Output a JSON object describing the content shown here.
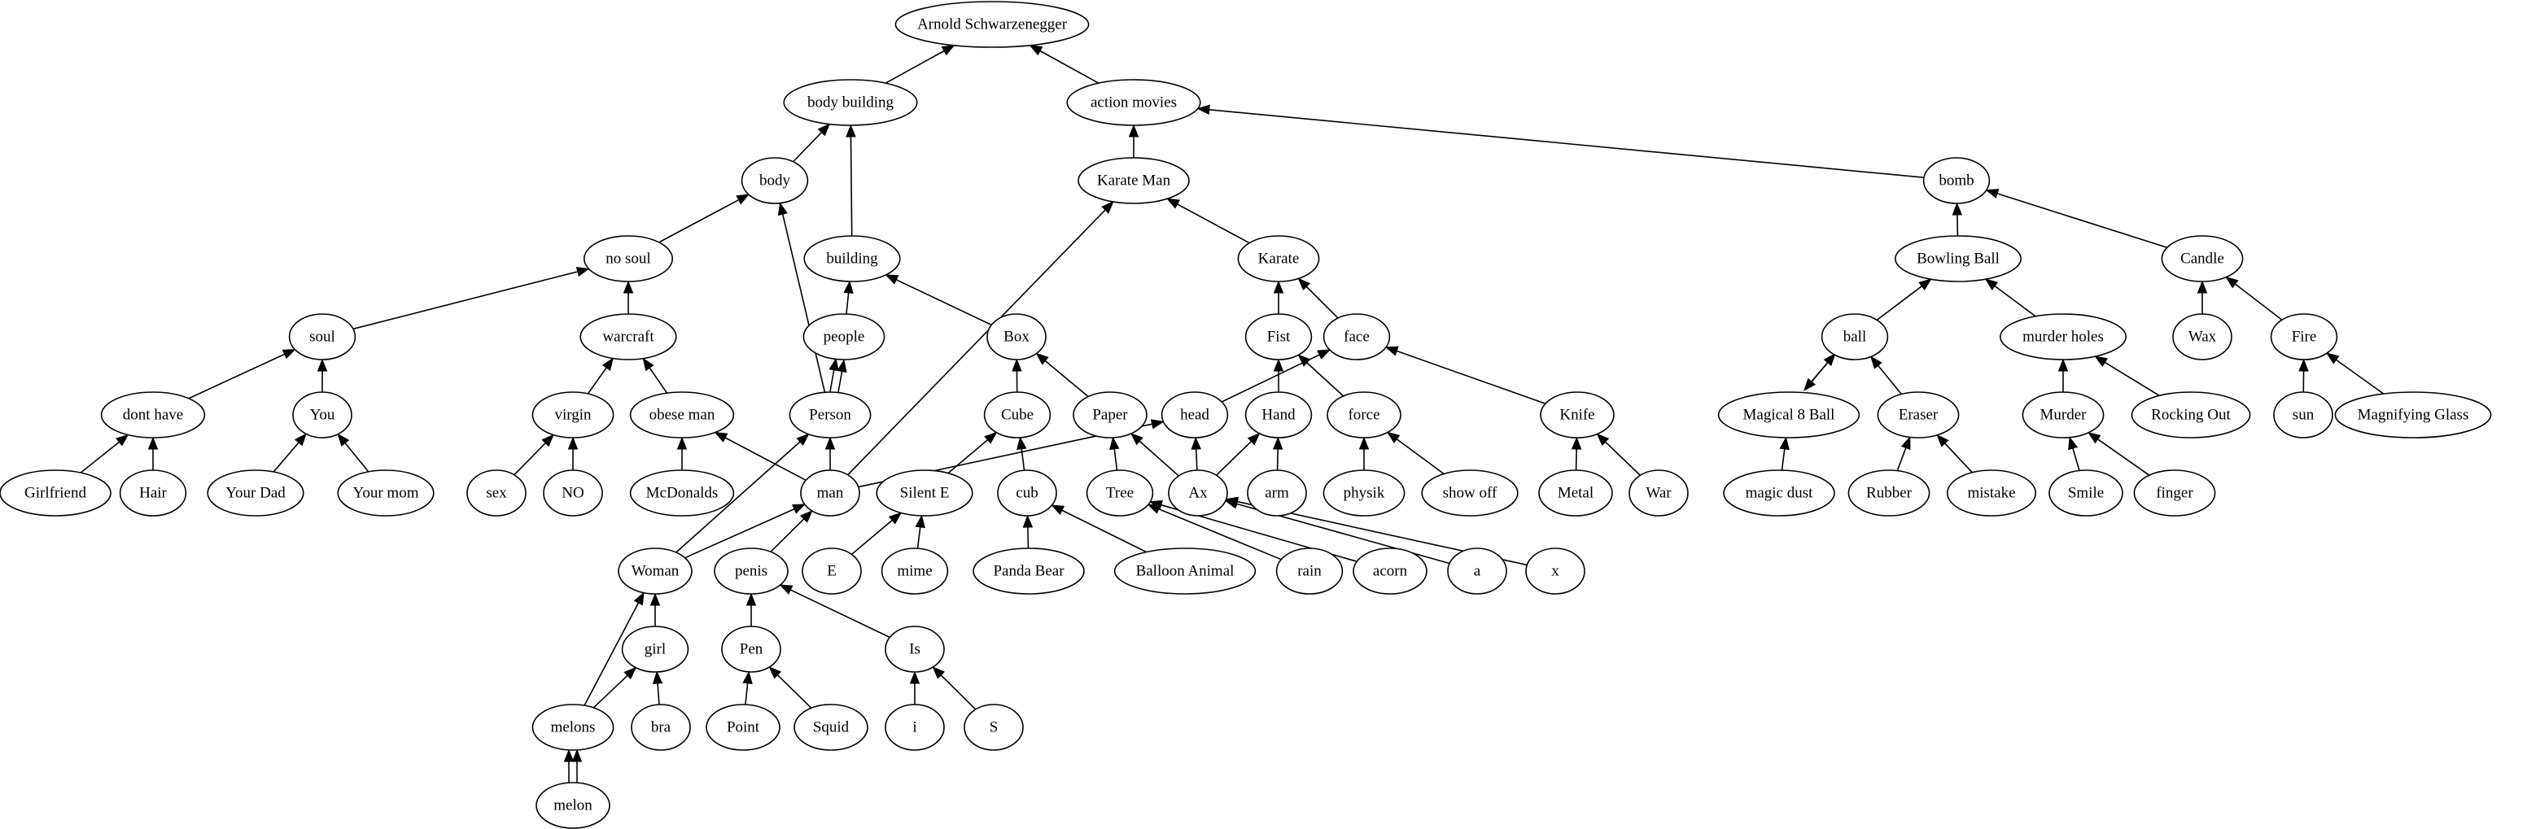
{
  "diagram": {
    "type": "directed-graph",
    "direction": "bottom-to-top",
    "root": "Arnold Schwarzenegger",
    "nodes": [
      {
        "id": "arnold",
        "label": "Arnold Schwarzenegger"
      },
      {
        "id": "bodybuilding",
        "label": "body building"
      },
      {
        "id": "actionmovies",
        "label": "action movies"
      },
      {
        "id": "body",
        "label": "body"
      },
      {
        "id": "karateman",
        "label": "Karate Man"
      },
      {
        "id": "bomb",
        "label": "bomb"
      },
      {
        "id": "nosoul",
        "label": "no soul"
      },
      {
        "id": "building",
        "label": "building"
      },
      {
        "id": "karate",
        "label": "Karate"
      },
      {
        "id": "bowlingball",
        "label": "Bowling Ball"
      },
      {
        "id": "candle",
        "label": "Candle"
      },
      {
        "id": "soul",
        "label": "soul"
      },
      {
        "id": "warcraft",
        "label": "warcraft"
      },
      {
        "id": "people",
        "label": "people"
      },
      {
        "id": "box",
        "label": "Box"
      },
      {
        "id": "fist",
        "label": "Fist"
      },
      {
        "id": "face",
        "label": "face"
      },
      {
        "id": "ball",
        "label": "ball"
      },
      {
        "id": "murderholes",
        "label": "murder holes"
      },
      {
        "id": "wax",
        "label": "Wax"
      },
      {
        "id": "fire",
        "label": "Fire"
      },
      {
        "id": "donthave",
        "label": "dont have"
      },
      {
        "id": "you",
        "label": "You"
      },
      {
        "id": "virgin",
        "label": "virgin"
      },
      {
        "id": "obeseman",
        "label": "obese man"
      },
      {
        "id": "person",
        "label": "Person"
      },
      {
        "id": "cube",
        "label": "Cube"
      },
      {
        "id": "paper",
        "label": "Paper"
      },
      {
        "id": "head",
        "label": "head"
      },
      {
        "id": "hand",
        "label": "Hand"
      },
      {
        "id": "force",
        "label": "force"
      },
      {
        "id": "knife",
        "label": "Knife"
      },
      {
        "id": "magical8ball",
        "label": "Magical 8 Ball"
      },
      {
        "id": "eraser",
        "label": "Eraser"
      },
      {
        "id": "murder",
        "label": "Murder"
      },
      {
        "id": "rockingout",
        "label": "Rocking Out"
      },
      {
        "id": "sun",
        "label": "sun"
      },
      {
        "id": "magnifyingglass",
        "label": "Magnifying Glass"
      },
      {
        "id": "girlfriend",
        "label": "Girlfriend"
      },
      {
        "id": "hair",
        "label": "Hair"
      },
      {
        "id": "yourdad",
        "label": "Your Dad"
      },
      {
        "id": "yourmom",
        "label": "Your mom"
      },
      {
        "id": "sex",
        "label": "sex"
      },
      {
        "id": "no",
        "label": "NO"
      },
      {
        "id": "mcdonalds",
        "label": "McDonalds"
      },
      {
        "id": "man",
        "label": "man"
      },
      {
        "id": "silente",
        "label": "Silent E"
      },
      {
        "id": "cub",
        "label": "cub"
      },
      {
        "id": "tree",
        "label": "Tree"
      },
      {
        "id": "ax",
        "label": "Ax"
      },
      {
        "id": "arm",
        "label": "arm"
      },
      {
        "id": "physik",
        "label": "physik"
      },
      {
        "id": "showoff",
        "label": "show off"
      },
      {
        "id": "metal",
        "label": "Metal"
      },
      {
        "id": "war",
        "label": "War"
      },
      {
        "id": "magicdust",
        "label": "magic dust"
      },
      {
        "id": "rubber",
        "label": "Rubber"
      },
      {
        "id": "mistake",
        "label": "mistake"
      },
      {
        "id": "smile",
        "label": "Smile"
      },
      {
        "id": "finger",
        "label": "finger"
      },
      {
        "id": "woman",
        "label": "Woman"
      },
      {
        "id": "penis",
        "label": "penis"
      },
      {
        "id": "e",
        "label": "E"
      },
      {
        "id": "mime",
        "label": "mime"
      },
      {
        "id": "pandabear",
        "label": "Panda Bear"
      },
      {
        "id": "balloonanimal",
        "label": "Balloon Animal"
      },
      {
        "id": "rain",
        "label": "rain"
      },
      {
        "id": "acorn",
        "label": "acorn"
      },
      {
        "id": "a",
        "label": "a"
      },
      {
        "id": "x",
        "label": "x"
      },
      {
        "id": "girl",
        "label": "girl"
      },
      {
        "id": "pen",
        "label": "Pen"
      },
      {
        "id": "is",
        "label": "Is"
      },
      {
        "id": "melons",
        "label": "melons"
      },
      {
        "id": "bra",
        "label": "bra"
      },
      {
        "id": "point",
        "label": "Point"
      },
      {
        "id": "squid",
        "label": "Squid"
      },
      {
        "id": "i",
        "label": "i"
      },
      {
        "id": "s",
        "label": "S"
      },
      {
        "id": "melon",
        "label": "melon"
      }
    ],
    "edges": [
      {
        "from": "bodybuilding",
        "to": "arnold"
      },
      {
        "from": "actionmovies",
        "to": "arnold"
      },
      {
        "from": "body",
        "to": "bodybuilding"
      },
      {
        "from": "building",
        "to": "bodybuilding"
      },
      {
        "from": "karateman",
        "to": "actionmovies"
      },
      {
        "from": "bomb",
        "to": "actionmovies"
      },
      {
        "from": "nosoul",
        "to": "body"
      },
      {
        "from": "person",
        "to": "body"
      },
      {
        "from": "karate",
        "to": "karateman"
      },
      {
        "from": "man",
        "to": "karateman"
      },
      {
        "from": "bowlingball",
        "to": "bomb"
      },
      {
        "from": "candle",
        "to": "bomb"
      },
      {
        "from": "soul",
        "to": "nosoul"
      },
      {
        "from": "warcraft",
        "to": "nosoul"
      },
      {
        "from": "people",
        "to": "building"
      },
      {
        "from": "box",
        "to": "building"
      },
      {
        "from": "fist",
        "to": "karate"
      },
      {
        "from": "face",
        "to": "karate"
      },
      {
        "from": "ball",
        "to": "bowlingball"
      },
      {
        "from": "murderholes",
        "to": "bowlingball"
      },
      {
        "from": "wax",
        "to": "candle"
      },
      {
        "from": "fire",
        "to": "candle"
      },
      {
        "from": "donthave",
        "to": "soul"
      },
      {
        "from": "you",
        "to": "soul"
      },
      {
        "from": "virgin",
        "to": "warcraft"
      },
      {
        "from": "obeseman",
        "to": "warcraft"
      },
      {
        "from": "person",
        "to": "people"
      },
      {
        "from": "person",
        "to": "people"
      },
      {
        "from": "cube",
        "to": "box"
      },
      {
        "from": "paper",
        "to": "box"
      },
      {
        "from": "hand",
        "to": "fist"
      },
      {
        "from": "force",
        "to": "fist"
      },
      {
        "from": "head",
        "to": "face"
      },
      {
        "from": "knife",
        "to": "face"
      },
      {
        "from": "magical8ball",
        "to": "ball"
      },
      {
        "from": "ball",
        "to": "magical8ball"
      },
      {
        "from": "eraser",
        "to": "ball"
      },
      {
        "from": "murder",
        "to": "murderholes"
      },
      {
        "from": "rockingout",
        "to": "murderholes"
      },
      {
        "from": "sun",
        "to": "fire"
      },
      {
        "from": "magnifyingglass",
        "to": "fire"
      },
      {
        "from": "girlfriend",
        "to": "donthave"
      },
      {
        "from": "hair",
        "to": "donthave"
      },
      {
        "from": "yourdad",
        "to": "you"
      },
      {
        "from": "yourmom",
        "to": "you"
      },
      {
        "from": "sex",
        "to": "virgin"
      },
      {
        "from": "no",
        "to": "virgin"
      },
      {
        "from": "mcdonalds",
        "to": "obeseman"
      },
      {
        "from": "man",
        "to": "obeseman"
      },
      {
        "from": "man",
        "to": "person"
      },
      {
        "from": "woman",
        "to": "person"
      },
      {
        "from": "silente",
        "to": "cube"
      },
      {
        "from": "cub",
        "to": "cube"
      },
      {
        "from": "tree",
        "to": "paper"
      },
      {
        "from": "ax",
        "to": "paper"
      },
      {
        "from": "man",
        "to": "head"
      },
      {
        "from": "ax",
        "to": "head"
      },
      {
        "from": "ax",
        "to": "hand"
      },
      {
        "from": "arm",
        "to": "hand"
      },
      {
        "from": "physik",
        "to": "force"
      },
      {
        "from": "showoff",
        "to": "force"
      },
      {
        "from": "metal",
        "to": "knife"
      },
      {
        "from": "war",
        "to": "knife"
      },
      {
        "from": "magicdust",
        "to": "magical8ball"
      },
      {
        "from": "rubber",
        "to": "eraser"
      },
      {
        "from": "mistake",
        "to": "eraser"
      },
      {
        "from": "smile",
        "to": "murder"
      },
      {
        "from": "finger",
        "to": "murder"
      },
      {
        "from": "woman",
        "to": "man"
      },
      {
        "from": "penis",
        "to": "man"
      },
      {
        "from": "e",
        "to": "silente"
      },
      {
        "from": "mime",
        "to": "silente"
      },
      {
        "from": "pandabear",
        "to": "cub"
      },
      {
        "from": "balloonanimal",
        "to": "cub"
      },
      {
        "from": "rain",
        "to": "tree"
      },
      {
        "from": "acorn",
        "to": "tree"
      },
      {
        "from": "a",
        "to": "ax"
      },
      {
        "from": "x",
        "to": "ax"
      },
      {
        "from": "girl",
        "to": "woman"
      },
      {
        "from": "melons",
        "to": "woman"
      },
      {
        "from": "pen",
        "to": "penis"
      },
      {
        "from": "is",
        "to": "penis"
      },
      {
        "from": "melons",
        "to": "girl"
      },
      {
        "from": "bra",
        "to": "girl"
      },
      {
        "from": "point",
        "to": "pen"
      },
      {
        "from": "squid",
        "to": "pen"
      },
      {
        "from": "i",
        "to": "is"
      },
      {
        "from": "s",
        "to": "is"
      },
      {
        "from": "melon",
        "to": "melons"
      },
      {
        "from": "melon",
        "to": "melons"
      }
    ]
  }
}
